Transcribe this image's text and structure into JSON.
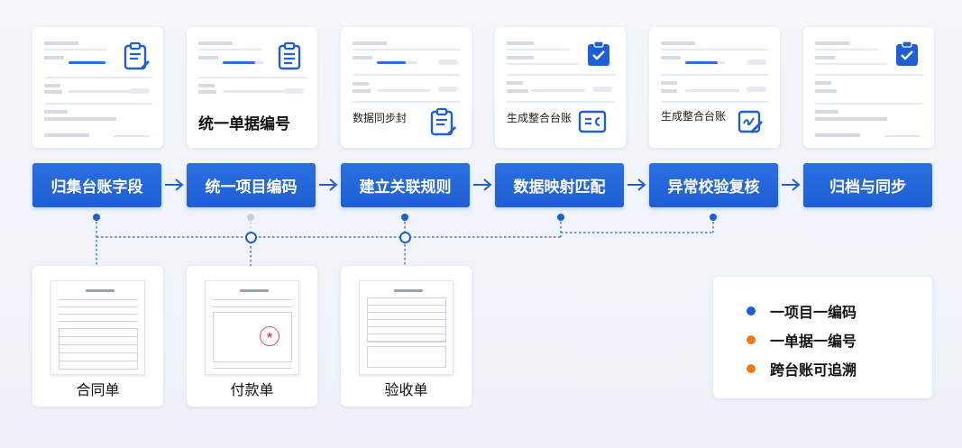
{
  "steps": [
    {
      "label": "归集台账字段"
    },
    {
      "label": "统一项目编码"
    },
    {
      "label": "建立关联规则"
    },
    {
      "label": "数据映射匹配"
    },
    {
      "label": "异常校验复核"
    },
    {
      "label": "归档与同步"
    }
  ],
  "top_cards": [
    {
      "label": "",
      "icon": "clipboard-edit-icon"
    },
    {
      "label": "统一单据编号",
      "icon": "clipboard-list-icon"
    },
    {
      "label": "数据同步封",
      "icon": "clipboard-edit-icon"
    },
    {
      "label": "生成整合台账",
      "icon": "ledger-board-icon"
    },
    {
      "label": "生成整合台账",
      "icon": "signature-check-icon"
    },
    {
      "label": "",
      "icon": "clipboard-check-icon"
    }
  ],
  "documents": [
    {
      "title": "合同单"
    },
    {
      "title": "付款单"
    },
    {
      "title": "验收单"
    }
  ],
  "legend": [
    {
      "label": "一项目一编码",
      "color": "#1f5fd3"
    },
    {
      "label": "一单据一编号",
      "color": "#f07a1a"
    },
    {
      "label": "跨台账可追溯",
      "color": "#f07a1a"
    }
  ],
  "colors": {
    "primary": "#1f5fd3",
    "accent": "#f07a1a"
  }
}
